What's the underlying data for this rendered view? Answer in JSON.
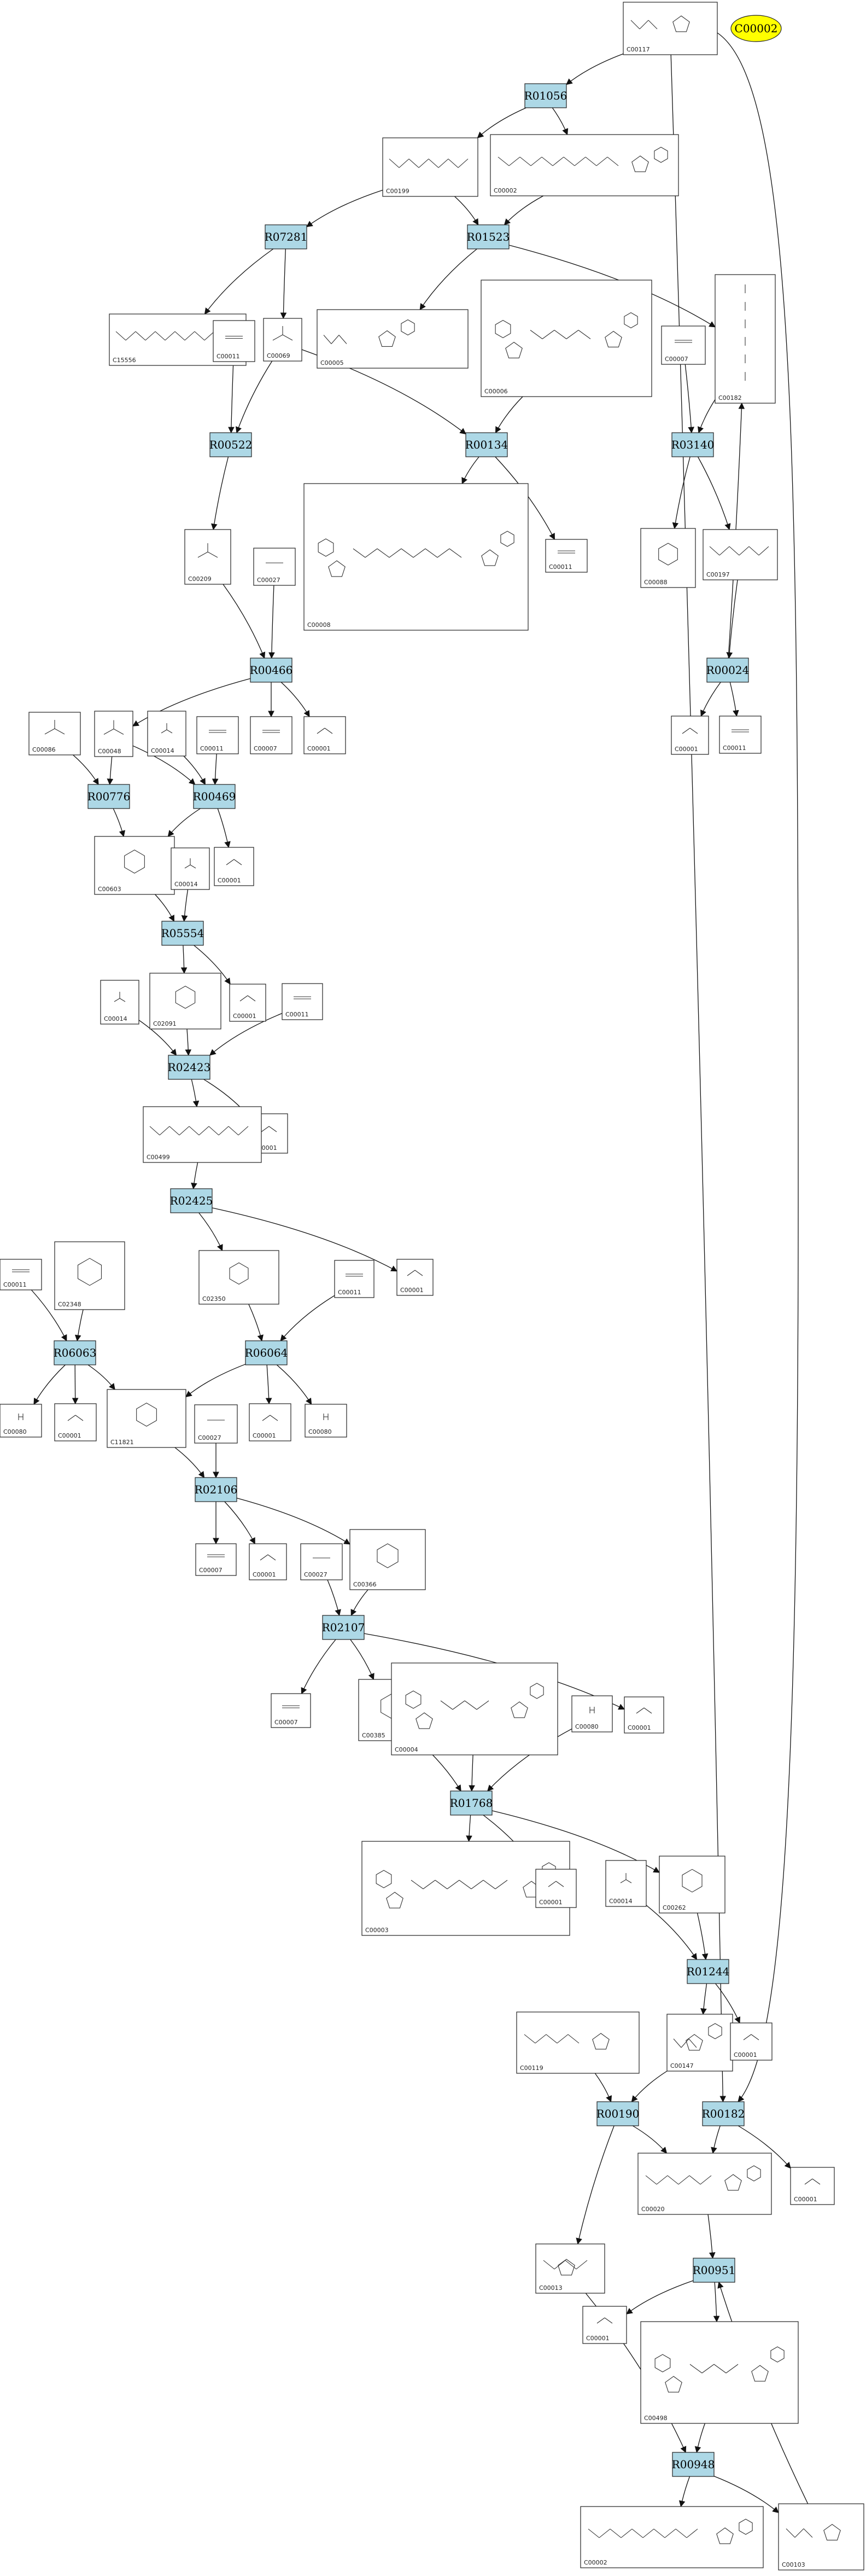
{
  "highlight": {
    "id": "n_C00002b",
    "label": "C00002"
  },
  "reactions": [
    {
      "id": "R01056",
      "label": "R01056"
    },
    {
      "id": "R07281",
      "label": "R07281"
    },
    {
      "id": "R01523",
      "label": "R01523"
    },
    {
      "id": "R00522",
      "label": "R00522"
    },
    {
      "id": "R00134",
      "label": "R00134"
    },
    {
      "id": "R03140",
      "label": "R03140"
    },
    {
      "id": "R00466",
      "label": "R00466"
    },
    {
      "id": "R00024",
      "label": "R00024"
    },
    {
      "id": "R00776",
      "label": "R00776"
    },
    {
      "id": "R00469",
      "label": "R00469"
    },
    {
      "id": "R05554",
      "label": "R05554"
    },
    {
      "id": "R02423",
      "label": "R02423"
    },
    {
      "id": "R02425",
      "label": "R02425"
    },
    {
      "id": "R06063",
      "label": "R06063"
    },
    {
      "id": "R06064",
      "label": "R06064"
    },
    {
      "id": "R02106",
      "label": "R02106"
    },
    {
      "id": "R02107",
      "label": "R02107"
    },
    {
      "id": "R01768",
      "label": "R01768"
    },
    {
      "id": "R01244",
      "label": "R01244"
    },
    {
      "id": "R00190",
      "label": "R00190"
    },
    {
      "id": "R00182",
      "label": "R00182"
    },
    {
      "id": "R00951",
      "label": "R00951"
    },
    {
      "id": "R00948",
      "label": "R00948"
    }
  ],
  "compounds": [
    {
      "id": "c_C00117",
      "label": "C00117",
      "struct": "ribose5p"
    },
    {
      "id": "c_C00199",
      "label": "C00199",
      "struct": "chain"
    },
    {
      "id": "c_C00002a",
      "label": "C00002",
      "struct": "atp"
    },
    {
      "id": "c_C15556",
      "label": "C15556",
      "struct": "chain"
    },
    {
      "id": "c_C00011a",
      "label": "C00011",
      "struct": "co2"
    },
    {
      "id": "c_C00069",
      "label": "C00069",
      "struct": "small"
    },
    {
      "id": "c_C00005",
      "label": "C00005",
      "struct": "amp"
    },
    {
      "id": "c_C00006",
      "label": "C00006",
      "struct": "nadp"
    },
    {
      "id": "c_C00182",
      "label": "C00182",
      "struct": "tallchain"
    },
    {
      "id": "c_C00007a",
      "label": "C00007",
      "struct": "o2"
    },
    {
      "id": "c_C00008",
      "label": "C00008",
      "struct": "nadph"
    },
    {
      "id": "c_C00011b",
      "label": "C00011",
      "struct": "co2"
    },
    {
      "id": "c_C00209",
      "label": "C00209",
      "struct": "oxalate"
    },
    {
      "id": "c_C00027a",
      "label": "C00027",
      "struct": "h2o2"
    },
    {
      "id": "c_C00088",
      "label": "C00088",
      "struct": "ring"
    },
    {
      "id": "c_C00197",
      "label": "C00197",
      "struct": "chain"
    },
    {
      "id": "c_C00086",
      "label": "C00086",
      "struct": "urea"
    },
    {
      "id": "c_C00048",
      "label": "C00048",
      "struct": "glyoxylate"
    },
    {
      "id": "c_C00014a",
      "label": "C00014",
      "struct": "nh3"
    },
    {
      "id": "c_C00011c",
      "label": "C00011",
      "struct": "co2"
    },
    {
      "id": "c_C00007b",
      "label": "C00007",
      "struct": "o2"
    },
    {
      "id": "c_C00001a",
      "label": "C00001",
      "struct": "water"
    },
    {
      "id": "c_C00001b",
      "label": "C00001",
      "struct": "water"
    },
    {
      "id": "c_C00011d",
      "label": "C00011",
      "struct": "co2"
    },
    {
      "id": "c_C00603",
      "label": "C00603",
      "struct": "ring"
    },
    {
      "id": "c_C00014b",
      "label": "C00014",
      "struct": "nh3"
    },
    {
      "id": "c_C00001c",
      "label": "C00001",
      "struct": "water"
    },
    {
      "id": "c_C00014c",
      "label": "C00014",
      "struct": "nh3"
    },
    {
      "id": "c_C02091",
      "label": "C02091",
      "struct": "ring"
    },
    {
      "id": "c_C00001d",
      "label": "C00001",
      "struct": "water"
    },
    {
      "id": "c_C00011e",
      "label": "C00011",
      "struct": "co2"
    },
    {
      "id": "c_C00001e",
      "label": "C00001",
      "struct": "water"
    },
    {
      "id": "c_C00499",
      "label": "C00499",
      "struct": "chain"
    },
    {
      "id": "c_C00011f",
      "label": "C00011",
      "struct": "co2"
    },
    {
      "id": "c_C02348",
      "label": "C02348",
      "struct": "ring"
    },
    {
      "id": "c_C02350",
      "label": "C02350",
      "struct": "ring"
    },
    {
      "id": "c_C00011g",
      "label": "C00011",
      "struct": "co2"
    },
    {
      "id": "c_C00001f",
      "label": "C00001",
      "struct": "water"
    },
    {
      "id": "c_C00080a",
      "label": "C00080",
      "struct": "proton"
    },
    {
      "id": "c_C00001g",
      "label": "C00001",
      "struct": "water"
    },
    {
      "id": "c_C11821",
      "label": "C11821",
      "struct": "ring"
    },
    {
      "id": "c_C00027b",
      "label": "C00027",
      "struct": "h2o2"
    },
    {
      "id": "c_C00001h",
      "label": "C00001",
      "struct": "water"
    },
    {
      "id": "c_C00080b",
      "label": "C00080",
      "struct": "proton"
    },
    {
      "id": "c_C00007c",
      "label": "C00007",
      "struct": "o2"
    },
    {
      "id": "c_C00001i",
      "label": "C00001",
      "struct": "water"
    },
    {
      "id": "c_C00027c",
      "label": "C00027",
      "struct": "h2o2"
    },
    {
      "id": "c_C00366",
      "label": "C00366",
      "struct": "ring"
    },
    {
      "id": "c_C00007d",
      "label": "C00007",
      "struct": "o2"
    },
    {
      "id": "c_C00385",
      "label": "C00385",
      "struct": "ring"
    },
    {
      "id": "c_C00004",
      "label": "C00004",
      "struct": "nadp"
    },
    {
      "id": "c_C00080c",
      "label": "C00080",
      "struct": "proton"
    },
    {
      "id": "c_C00001j",
      "label": "C00001",
      "struct": "water"
    },
    {
      "id": "c_C00003",
      "label": "C00003",
      "struct": "nadph"
    },
    {
      "id": "c_C00001k",
      "label": "C00001",
      "struct": "water"
    },
    {
      "id": "c_C00014d",
      "label": "C00014",
      "struct": "nh3"
    },
    {
      "id": "c_C00262",
      "label": "C00262",
      "struct": "ring"
    },
    {
      "id": "c_C00119",
      "label": "C00119",
      "struct": "prpp"
    },
    {
      "id": "c_C00147",
      "label": "C00147",
      "struct": "amp"
    },
    {
      "id": "c_C00001l",
      "label": "C00001",
      "struct": "water"
    },
    {
      "id": "c_C00020",
      "label": "C00020",
      "struct": "atp"
    },
    {
      "id": "c_C00001m",
      "label": "C00001",
      "struct": "water"
    },
    {
      "id": "c_C00013",
      "label": "C00013",
      "struct": "ppi"
    },
    {
      "id": "c_C00001n",
      "label": "C00001",
      "struct": "water"
    },
    {
      "id": "c_C00498",
      "label": "C00498",
      "struct": "adpglc"
    },
    {
      "id": "c_C00002c",
      "label": "C00002",
      "struct": "atp"
    },
    {
      "id": "c_C00103",
      "label": "C00103",
      "struct": "ribose5p"
    }
  ]
}
